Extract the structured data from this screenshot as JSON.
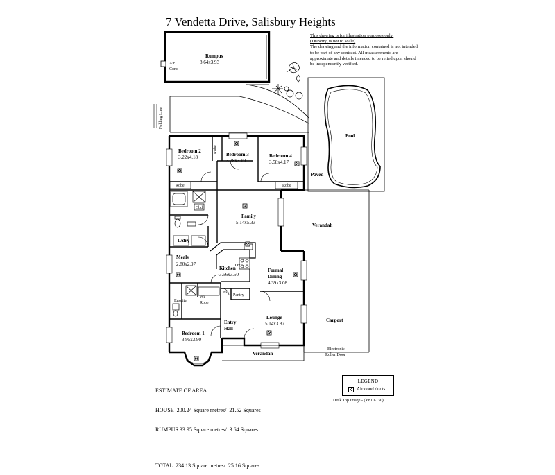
{
  "title": "7 Vendetta Drive,  Salisbury Heights",
  "disclaimer": {
    "line1": "This drawing is for illustration purposes only.",
    "line2": "(Drawing is not to scale)",
    "body": "The drawing and the information contained is not intended to be part of any contract.  All measurements are approximate and details intended to be relied upon should be independently verified."
  },
  "rooms": {
    "rumpus": {
      "name": "Rumpus",
      "dims": "8.64x3.93"
    },
    "bedroom2": {
      "name": "Bedroom 2",
      "dims": "3.22x4.18"
    },
    "bedroom3": {
      "name": "Bedroom 3",
      "dims": "3.28x3.19"
    },
    "bedroom4": {
      "name": "Bedroom 4",
      "dims": "3.58x4.17"
    },
    "family": {
      "name": "Family",
      "dims": "5.14x5.33"
    },
    "meals": {
      "name": "Meals",
      "dims": "2.80x2.97"
    },
    "kitchen": {
      "name": "Kitchen",
      "dims": "3.56x3.50"
    },
    "formal_dining": {
      "name1": "Formal",
      "name2": "Dining",
      "dims": "4.39x3.08"
    },
    "lounge": {
      "name": "Lounge",
      "dims": "5.14x3.87"
    },
    "bedroom1": {
      "name": "Bedroom 1",
      "dims": "3.95x3.90"
    },
    "entry_hall": {
      "name1": "Entry",
      "name2": "Hall"
    }
  },
  "labels": {
    "air_cond1": "Air",
    "air_cond2": "Cond",
    "folding_line": "Folding Line",
    "pool": "Pool",
    "paved": "Paved",
    "verandah_rear": "Verandah",
    "carport": "Carport",
    "verandah_front": "Verandah",
    "electronic1": "Electronic",
    "electronic2": "Roller Door",
    "robe": "Robe",
    "cbd": "Cbd",
    "ldry": "L/dry",
    "ov": "Ov",
    "ensuite": "Ensuite",
    "wi": "Wi",
    "fs": "Fs",
    "pantry": "Pantry"
  },
  "estimate": {
    "heading": "ESTIMATE OF AREA",
    "house": "HOUSE  200.24 Square metres/  21.52 Squares",
    "rumpus": "RUMPUS 33.95 Square metres/  3.64 Squares",
    "total": "TOTAL  234.13 Square metres/  25.16 Squares"
  },
  "legend": {
    "title": "LEGEND",
    "item": "Air cond ducts"
  },
  "footer": "Desk Top Image - (Y810-130)"
}
